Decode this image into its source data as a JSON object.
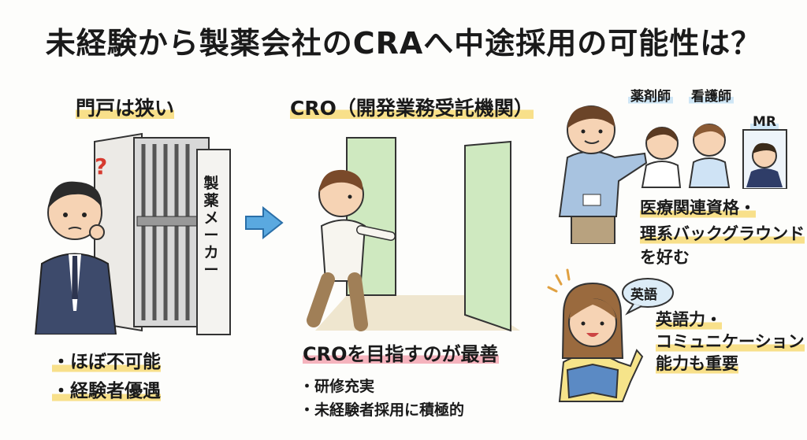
{
  "title": "未経験から製薬会社のCRAへ中途採用の可能性は？",
  "left": {
    "heading": "門戸は狭い",
    "gate_label": "製薬メーカー",
    "question_mark": "?",
    "bullets": [
      "・ほぼ不可能",
      "・経験者優遇"
    ]
  },
  "middle": {
    "heading": "CRO（開発業務受託機関）",
    "conclusion": "CROを目指すのが最善",
    "bullets": [
      "・研修充実",
      "・未経験者採用に積極的"
    ]
  },
  "right": {
    "roles": [
      "薬剤師",
      "看護師",
      "MR"
    ],
    "qualification_lines": [
      "医療関連資格・",
      "理系バックグラウンド",
      "を好む"
    ],
    "speech_bubble": "英語",
    "skill_lines": [
      "英語力・",
      "コミュニケーション",
      "能力も重要"
    ]
  },
  "colors": {
    "highlight_yellow": "#f8e08a",
    "highlight_pink": "#f5b3bd",
    "highlight_blue": "#cfe6f5",
    "arrow_blue": "#5aa9e0",
    "door_green": "#cfe9c0"
  }
}
